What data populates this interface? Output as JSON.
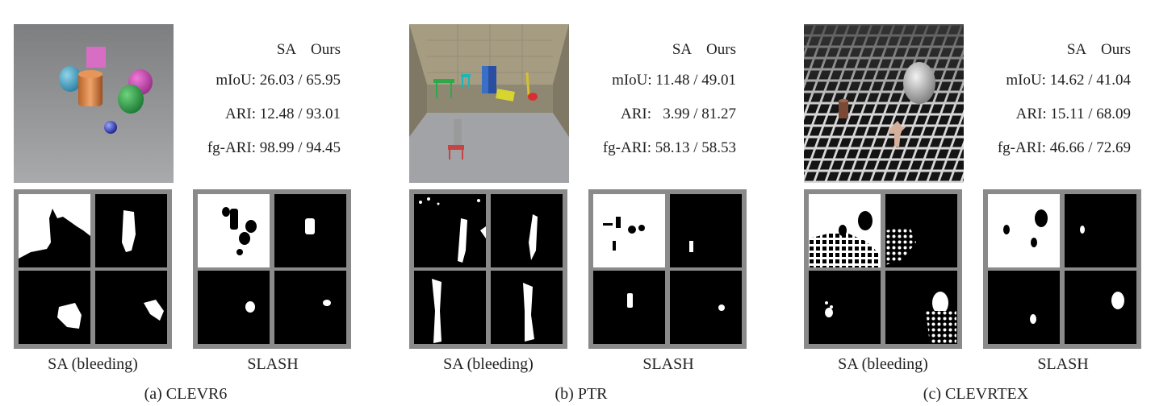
{
  "panels": [
    {
      "dataset_caption": "(a) CLEVR6",
      "metrics": {
        "header": "SA    Ours",
        "miou": "mIoU: 26.03 / 65.95",
        "ari": "ARI: 12.48 / 93.01",
        "fgari": "fg-ARI: 98.99 / 94.45"
      },
      "methods": {
        "left": "SA (bleeding)",
        "right": "SLASH"
      }
    },
    {
      "dataset_caption": "(b) PTR",
      "metrics": {
        "header": "SA    Ours",
        "miou": "mIoU: 11.48 / 49.01",
        "ari": "ARI:   3.99 / 81.27",
        "fgari": "fg-ARI: 58.13 / 58.53"
      },
      "methods": {
        "left": "SA (bleeding)",
        "right": "SLASH"
      }
    },
    {
      "dataset_caption": "(c) CLEVRTEX",
      "metrics": {
        "header": "SA    Ours",
        "miou": "mIoU: 14.62 / 41.04",
        "ari": "ARI: 15.11 / 68.09",
        "fgari": "fg-ARI: 46.66 / 72.69"
      },
      "methods": {
        "left": "SA (bleeding)",
        "right": "SLASH"
      }
    }
  ]
}
